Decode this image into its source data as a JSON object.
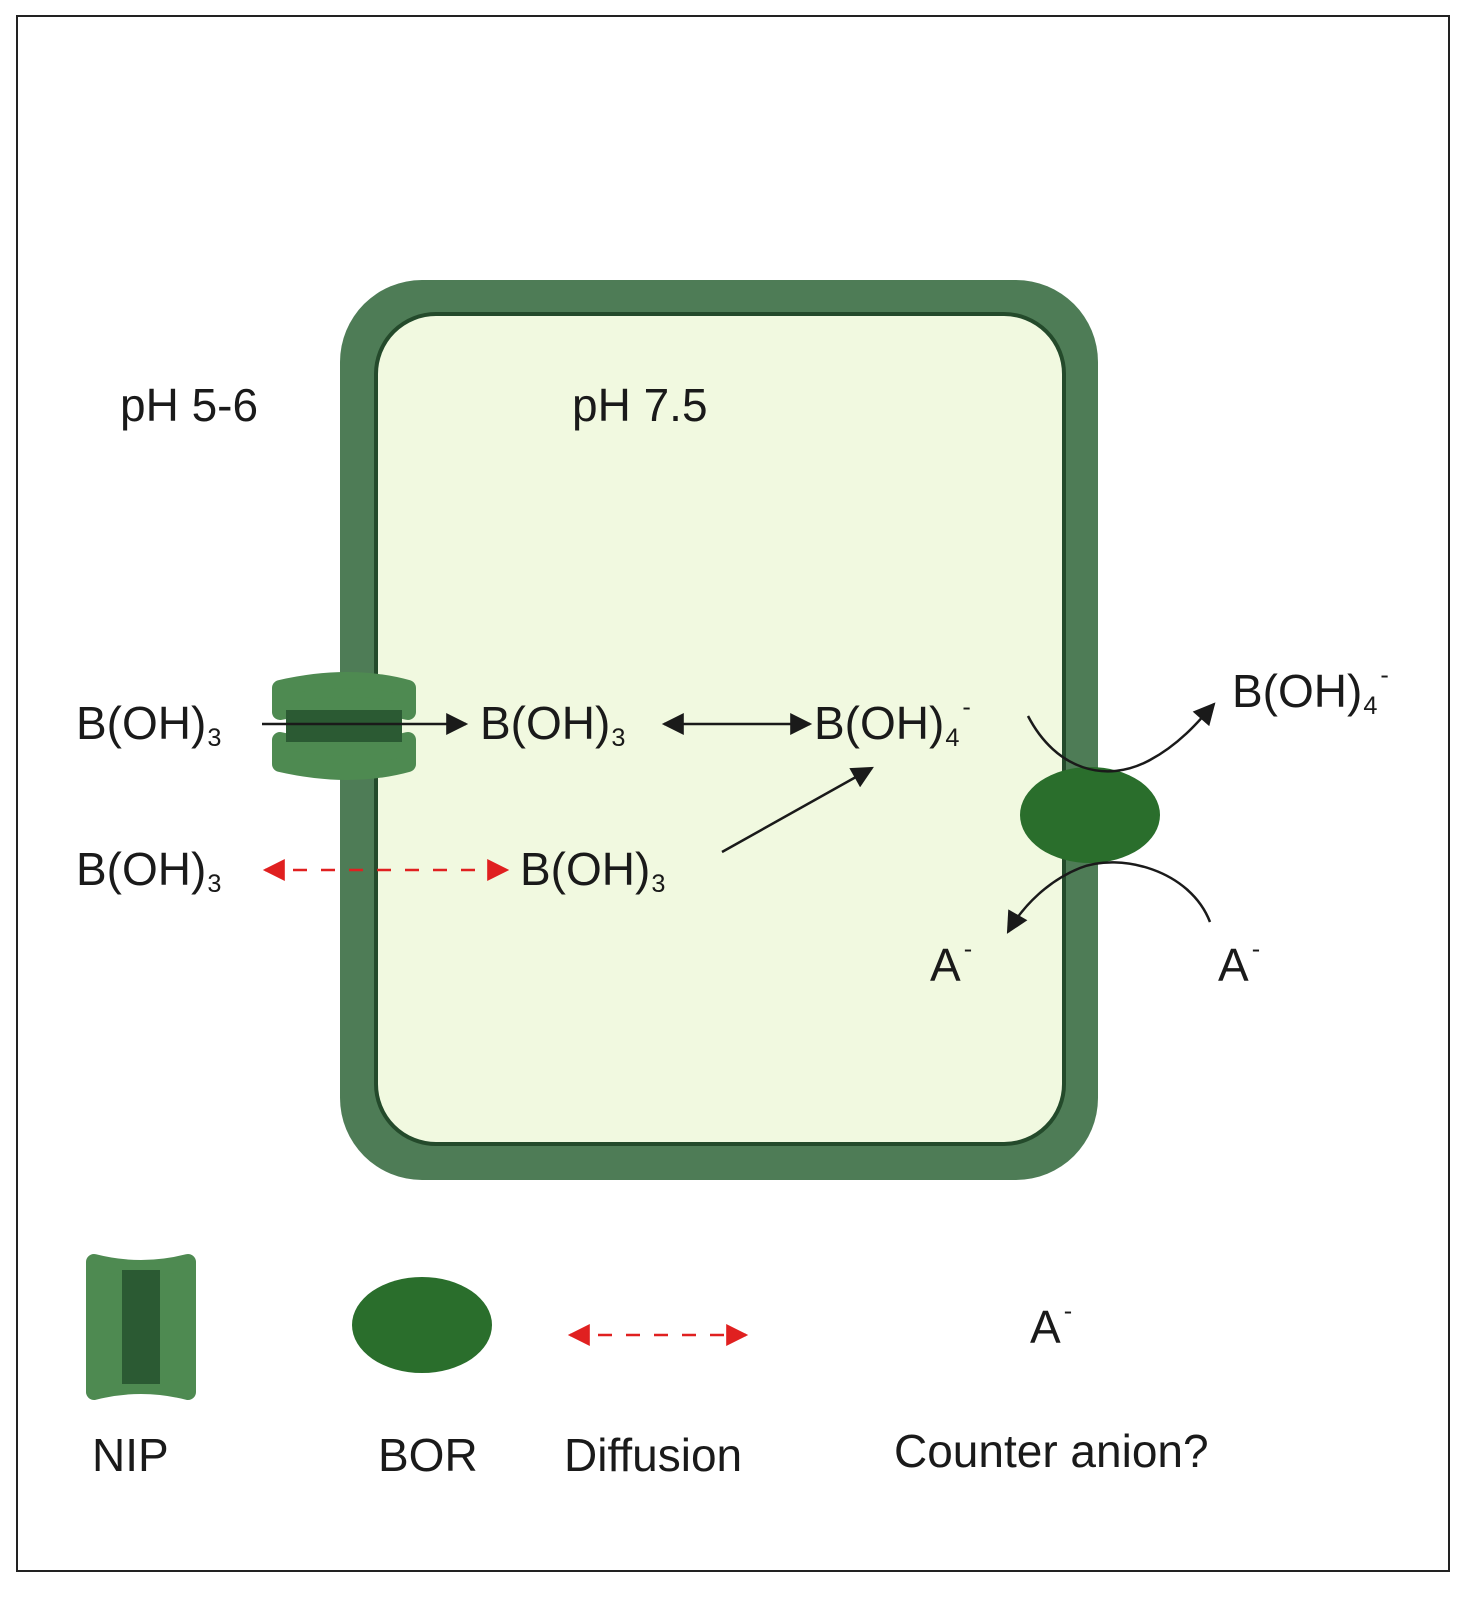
{
  "colors": {
    "cell_wall": "#4e7c56",
    "cytoplasm": "#f1f9e0",
    "bor": "#2a6e2c",
    "nip_outer": "#4e8a51",
    "nip_inner": "#2b5a33",
    "diffusion_arrow": "#e02020",
    "arrow": "#1a1a1a"
  },
  "compartments": {
    "outside_ph": "pH 5-6",
    "inside_ph": "pH 7.5"
  },
  "formulas": {
    "boric_acid": {
      "base": "B(OH)",
      "sub": "3"
    },
    "borate": {
      "base": "B(OH)",
      "sub": "4",
      "sup": "-"
    },
    "anion": {
      "base": "A",
      "sup": "-"
    }
  },
  "legend": {
    "nip_label": "NIP",
    "bor_label": "BOR",
    "diffusion_label": "Diffusion",
    "anion_label": "Counter anion?"
  }
}
